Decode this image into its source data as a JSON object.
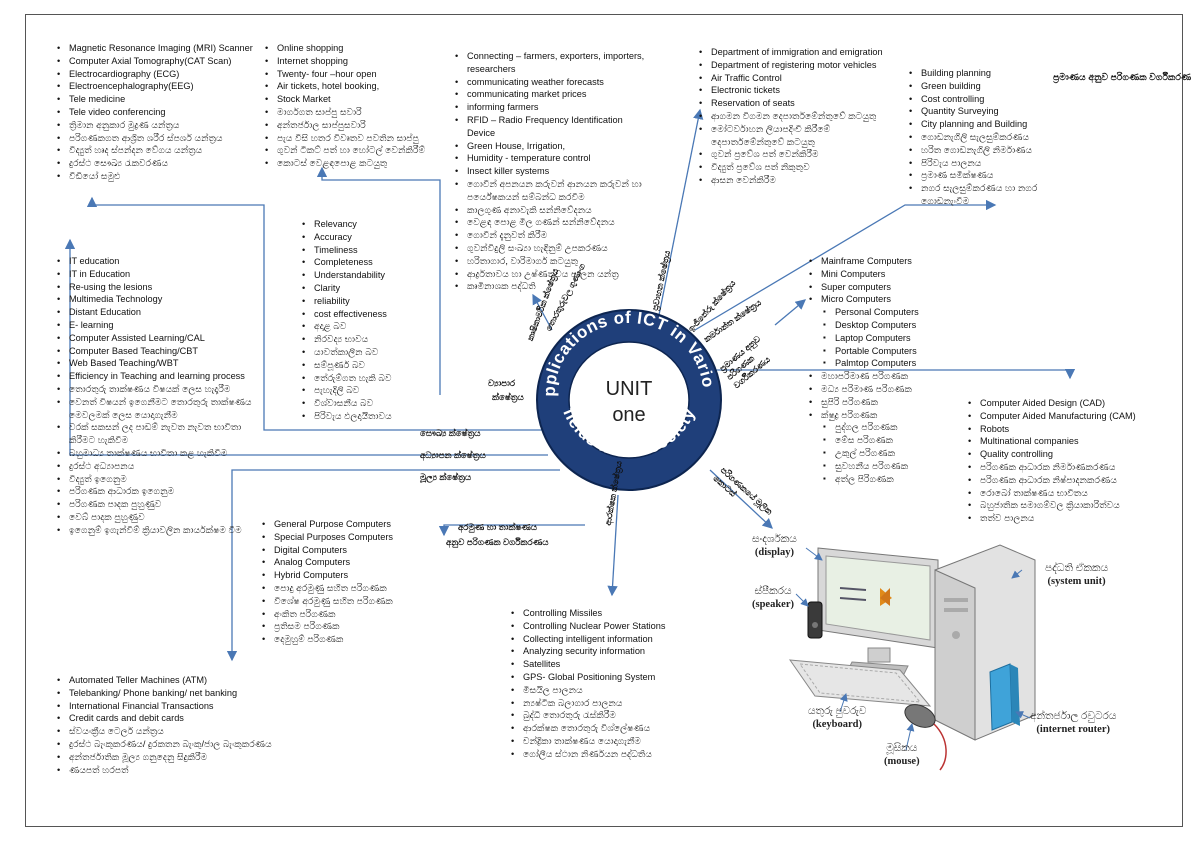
{
  "center": {
    "title": "UNIT one",
    "title_line1": "UNIT",
    "title_line2": "one",
    "ring_top": "Applications of ICT in Various",
    "ring_bottom": "fields in the society"
  },
  "top_right_title": "ප්‍රමාණය අනුව පරිගණක වර්ගීකරණ",
  "lists": {
    "medical": [
      "Magnetic Resonance Imaging (MRI) Scanner",
      "Computer Axial Tomography(CAT Scan)",
      "Electrocardiography (ECG)",
      "Electroencephalography(EEG)",
      "Tele medicine",
      "Tele video conferencing",
      "ත්‍රිමාන අනුකාර මුද්‍රණ යන්ත්‍රය",
      "පරිගණකගත ආශ්‍රිත ශරීර ස්පර්ශ යන්ත්‍රය",
      "විද්‍යුත් හෘද ස්පන්දන වේගය යන්ත්‍රය",
      "දුරස්ථ සෞඛ්‍ය රැකවරණය",
      "වීඩියෝ සමුළු"
    ],
    "shopping": [
      "Online shopping",
      "Internet shopping",
      "Twenty- four –hour open",
      "Air tickets, hotel booking,",
      "Stock Market",
      "මාර්ගගත සාප්පු සවාරි",
      "අන්තර්ජාල සාප්පුසවාරි",
      "පැය විසි හතර විවෘතව පවතින සාප්පු",
      "ගුවන් ටිකට් පත් හා හෝටල් වෙන්කිරීම්",
      "කොටස් වෙළඳපොළ කටයුතු"
    ],
    "agriculture": [
      "Connecting – farmers, exporters, importers, researchers",
      "communicating weather forecasts",
      "communicating market prices",
      "informing farmers",
      "RFID – Radio Frequency Identification Device",
      "Green House, Irrigation,",
      "Humidity - temperature control",
      "Insect killer systems",
      "ගොවීන් අපනයන කරුවන් ආනයන කරුවන් හා පර්යේෂකයන් සම්බන්ධ කරවීම",
      "කාලගුණ අනාවැකි සන්නිවේදනය",
      "වෙළඳ පොළ මිල ගණන් සන්නිවේදනය",
      "ගොවීන් දැනුවත් කිරීම",
      "ගුවන්විදුලි සංඛ්‍යා හැඳිනුම් උපකරණය",
      "හරිතාගාර, වාරිමාර්ග කටයුතු",
      "ආර්ද්‍රතාවය හා උෂ්ණත්වය පාලන යන්ත්‍ර",
      "කෘමිනාශක පද්ධති"
    ],
    "transport": [
      "Department of immigration and emigration",
      "Department of registering motor vehicles",
      "Air Traffic Control",
      "Electronic tickets",
      "Reservation of seats",
      "ආගමන විගමන දෙපාර්තමේන්තුවේ කටයුතු",
      "මෝටර්වාහන ලියාපදිංචි කිරීමේ දෙපාර්තමේන්තුවේ කටයුතු",
      "ගුවන් ප්‍රවේශ පත් වෙන්කිරීම",
      "විද්‍යුත් ප්‍රවේශ පත් නිකුතුව",
      "ආසන වෙන්කිරීම"
    ],
    "engineering": [
      "Building planning",
      "Green building",
      "Cost controlling",
      "Quantity Surveying",
      "City planning and Building",
      "ගොඩනැගිලි සැලසුම්කරණය",
      "හරිත ගොඩනැගිලි නිර්මාණය",
      "පිරිවැය පාලනය",
      "ප්‍රමාණ සමීක්ෂණය",
      "නගර සැලසුම්කරණය හා නගර ගොඩනැංවීම"
    ],
    "information": [
      "Relevancy",
      "Accuracy",
      "Timeliness",
      "Completeness",
      "Understandability",
      "Clarity",
      "reliability",
      "cost effectiveness",
      "අදාළ බව",
      "නිරවද්‍ය භාවය",
      "යාවත්කාලීන බව",
      "සම්පූර්ණ බව",
      "තේරුම්ගත හැකි බව",
      "පැහැදිලි බව",
      "විශ්වාසනීය බව",
      "පිරිවැය ඵලදායීතාවය"
    ],
    "education": [
      "IT education",
      "IT in Education",
      "Re-using the lesions",
      "Multimedia Technology",
      "Distant Education",
      "E- learning",
      "Computer Assisted Learning/CAL",
      "Computer Based Teaching/CBT",
      "Web Based Teaching/WBT",
      "Efficiency in Teaching and learning process",
      "තොරතුරු තාක්ෂණය විෂයක් ලෙස හැදෑරීම",
      "වෙනත් විෂයන් ඉගෙනීමට තොරතුරු තාක්ෂණය මෙවලමක් ලෙස යොදාගැනීම",
      "වරක් සකසන් ලද පාඩම් නැවත නැවත භාවිතා කිරීමට හැකිවීම",
      "බහුමාධ්‍ය තාක්ෂණය භාවිතා කළ හැකිවීම",
      "දුරස්ථ අධ්‍යාපනය",
      "විද්‍යුත් ඉගෙනුම",
      "පරිගණක ආධාරක ඉගෙනුම",
      "පරිගණක පාදක පුහුණුව",
      "වෙබ් පාදක පුහුණුව",
      "ඉගෙනුම් ඉගැන්වීම් ක්‍රියාවලින කාර්යක්ෂම වීම"
    ],
    "classification": [
      "Mainframe Computers",
      "Mini Computers",
      "Super computers",
      "Micro Computers"
    ],
    "micro_types": [
      "Personal Computers",
      "Desktop Computers",
      "Laptop Computers",
      "Portable Computers",
      "Palmtop Computers"
    ],
    "classification_si": [
      "මහාපරිමාණ පරිගණක",
      "මධ්‍ය පරිමාණ පරිගණක",
      "සුපිරි පරිගණක",
      "ක්ෂුද්‍ර පරිගණක"
    ],
    "micro_types_si": [
      "පුද්ගල පරිගණක",
      "මේස පරිගණක",
      "උකුල් පරිගණක",
      "සුවහනීය පරිගණක",
      "අත්ල පිරිගණක"
    ],
    "industry": [
      "Computer Aided Design (CAD)",
      "Computer Aided Manufacturing (CAM)",
      "Robots",
      "Multinational companies",
      "Quality controlling",
      "පරිගණක ආධාරක නිර්මාණකරණය",
      "පරිගණක ආධාරක නිෂ්පාදනකරණය",
      "රොබෝ තාක්ෂණය භාවිතය",
      "බහුජාතික සමාගම්වල ක්‍රියාකාරිත්වය",
      "තත්ව පාලනය"
    ],
    "purpose": [
      "General Purpose Computers",
      "Special Purposes Computers",
      "Digital Computers",
      "Analog Computers",
      "Hybrid Computers",
      "පොදු අරමුණු සහිත පරිගණක",
      "විශේෂ අරමුණු සහිත පරිගණක",
      "අංකිත පරිගණක",
      "ප්‍රතිසම පරිගණක",
      "දෙමුහුම් පරිගණක"
    ],
    "defense": [
      "Controlling Missiles",
      "Controlling Nuclear Power Stations",
      "Collecting intelligent information",
      "Analyzing security information",
      "Satellites",
      "GPS- Global Positioning System",
      "මිසයිල පාලනය",
      "න්‍යෂ්ටික බලාගාර පාලනය",
      "බුද්ධි තොරතුරු රැස්කිරීම",
      "ආරක්ෂක තොරතුරු විශ්ලේෂණය",
      "චන්ද්‍රිකා තාක්ෂණය යොදාගැනීම",
      "ගෝලීය ස්ථාන නිර්ණයන පද්ධතිය"
    ],
    "banking": [
      "Automated Teller Machines (ATM)",
      "Telebanking/ Phone banking/ net banking",
      "International Financial Transactions",
      "Credit cards and debit cards",
      "ස්වයංක්‍රීය ටෙලර් යන්ත්‍රය",
      "දුරස්ථ බැංකුකරණය/ දුරකතන බැංකු/ජාල බැංකුකරණය",
      "අන්තර්ජාතික මූල්‍ය ගනුදෙනු සිදුකිරීම",
      "ණයපත් හරපත්"
    ]
  },
  "sections": {
    "business": "ව්‍යාපාර ක්ෂේත්‍රය",
    "business_line1": "ව්‍යාපාර",
    "business_line2": "ක්ෂේත්‍රය",
    "health": "සෞඛ්‍ය ක්ෂේත්‍රය",
    "education": "අධ්‍යාපන ක්ෂේත්‍රය",
    "finance": "මූල්‍ය ක්ෂේත්‍රය",
    "purpose_class": "අරමුණ හා තාක්ෂණය අනුව පරිගණක වර්ගීකරණය",
    "purpose_class_line1": "අරමුණ හා තාක්ෂණය",
    "purpose_class_line2": "අනුව පරිගණක වර්ගීකරණය",
    "defense": "ආරක්ෂක ක්ෂේත්‍රය",
    "components": "පරිගණකයේ මූලික කොටස්",
    "agriculture": "කෘෂිකාර්මික ක්ෂේත්‍රය",
    "information": "තොරතුරුවල ගුණාංග",
    "transport": "ප්‍රවාහන ක්ෂේත්‍රය",
    "engineering": "ඉංජිනේරු ක්ෂේත්‍රය",
    "industry": "කර්මාන්ත ක්ෂේත්‍රය",
    "size_class": "ප්‍රමාණය අනුව පරිගණක වර්ගීකරණය"
  },
  "computer_labels": {
    "display_si": "සංදර්ශකය",
    "display_en": "(display)",
    "speaker_si": "ස්පීකරය",
    "speaker_en": "(speaker)",
    "system_si": "පද්ධති ඒකකය",
    "system_en": "(system unit)",
    "keyboard_si": "යතුරු පුවරුව",
    "keyboard_en": "(keyboard)",
    "router_si": "අන්තර්ජාල රවුටරය",
    "router_en": "(internet router)",
    "mouse_si": "මූසිකය",
    "mouse_en": "(mouse)"
  },
  "colors": {
    "arrow": "#4a78b5",
    "ring_fill": "#1f3f7a",
    "ring_text": "#ffffff",
    "border": "#555555"
  }
}
